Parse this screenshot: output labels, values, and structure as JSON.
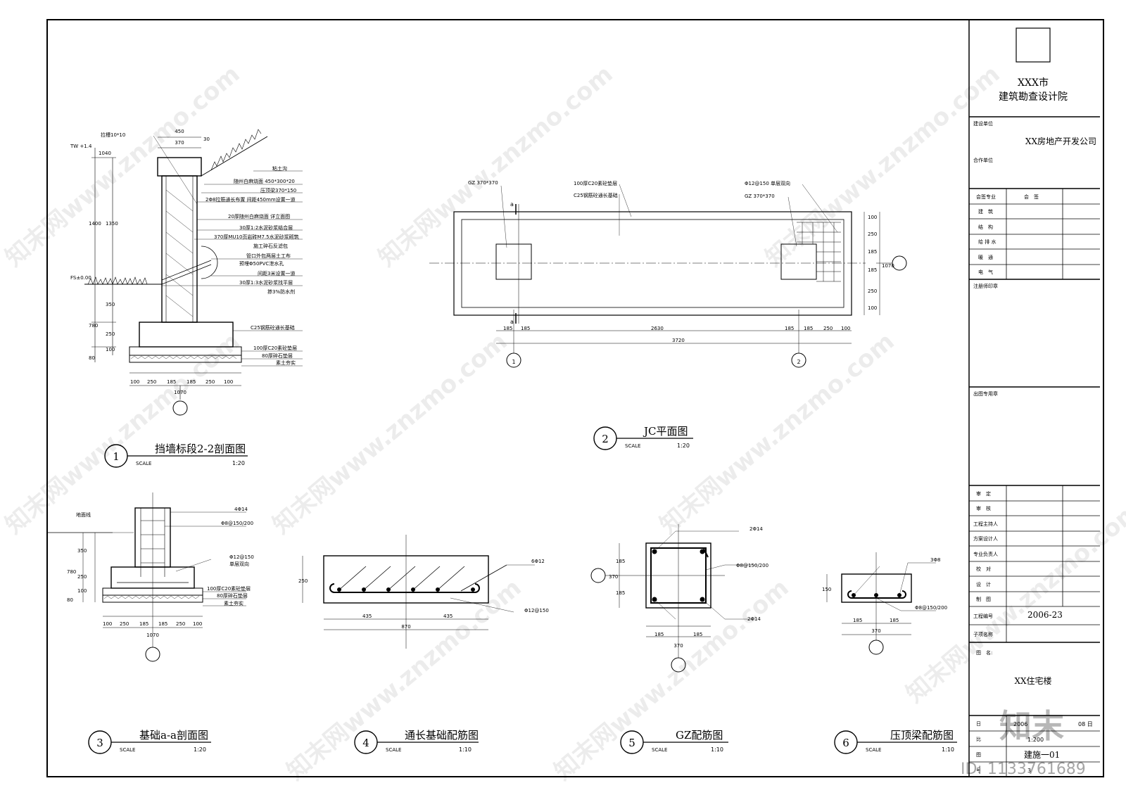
{
  "title_block": {
    "institute_line1": "XXX市",
    "institute_line2": "建筑勘查设计院",
    "build_unit_label": "建设单位",
    "build_unit_value": "XX房地产开发公司",
    "coop_unit_label": "合作单位",
    "countersign_label": "会签专业",
    "countersign_value": "会　签",
    "disciplines": [
      "建　筑",
      "结　构",
      "给 排 水",
      "暖　通",
      "电　气"
    ],
    "engineer_seal_label": "注册师印章",
    "drawing_seal_label": "出图专用章",
    "roles": [
      "审　定",
      "审　核",
      "工程主持人",
      "方案设计人",
      "专业负责人",
      "校　对",
      "设　计",
      "制　图"
    ],
    "project_no_label": "工程编号",
    "project_no_value": "2006-23",
    "subitem_label": "子项名称",
    "drawing_name_label": "图　名:",
    "drawing_name_value": "XX住宅楼",
    "date_label": "日",
    "date_value": "2006",
    "date_day": "08 日",
    "scale_label": "比",
    "scale_value": "1:200",
    "sheet_label": "图",
    "sheet_value": "建施一01",
    "sheet_label2": "号",
    "sheet_no": "3"
  },
  "views": [
    {
      "num": "1",
      "title": "挡墙标段2-2剖面图",
      "scale_label": "SCALE",
      "scale": "1:20"
    },
    {
      "num": "2",
      "title": "JC平面图",
      "scale_label": "SCALE",
      "scale": "1:20"
    },
    {
      "num": "3",
      "title": "基础a-a剖面图",
      "scale_label": "SCALE",
      "scale": "1:20"
    },
    {
      "num": "4",
      "title": "通长基础配筋图",
      "scale_label": "SCALE",
      "scale": "1:10"
    },
    {
      "num": "5",
      "title": "GZ配筋图",
      "scale_label": "SCALE",
      "scale": "1:10"
    },
    {
      "num": "6",
      "title": "压顶梁配筋图",
      "scale_label": "SCALE",
      "scale": "1:10"
    }
  ],
  "section1": {
    "top_note": "拉槽10*10",
    "tw": "TW +1.4",
    "fs": "FS±0.00",
    "top_dims": [
      "450",
      "370",
      "30"
    ],
    "left_dims": [
      "40",
      "10",
      "1400",
      "1350",
      "350",
      "780",
      "250",
      "100",
      "80"
    ],
    "notes": [
      "粘土沟",
      "随州白麻烧面 450*300*20",
      "压顶梁370*150",
      "2Φ8拉筋通长布置 间距450mm设置一道",
      "20厚随州白麻烧面 详立面图",
      "30厚1:2水泥砂浆结合层",
      "370厚MU10页岩砖M7.5水泥砂浆砌筑",
      "施工碎石反滤包",
      "管口外包两层土工布",
      "预埋Φ50PVC泄水孔",
      "间距3米设置一道",
      "30厚1:3水泥砂浆找平层",
      "掺3%防水剂",
      "C25钢筋砼通长基础",
      "100厚C20素砼垫层",
      "80厚碎石垫层",
      "素土夯实"
    ],
    "bottom_dims": [
      "100",
      "250",
      "185",
      "185",
      "250",
      "100"
    ],
    "total": "1070"
  },
  "plan2": {
    "gz_left": "GZ 370*370",
    "gz_right": "GZ 370*370",
    "note1": "100厚C20素砼垫层",
    "note2": "C25钢筋砼通长基础",
    "rebar_note": "Φ12@150 单层双向",
    "section_mark": "a",
    "right_dims": [
      "100",
      "250",
      "185",
      "185",
      "250",
      "100"
    ],
    "right_total": "1070",
    "bottom_dims": [
      "185",
      "185",
      "2630",
      "185",
      "185",
      "250",
      "100"
    ],
    "bottom_total": "3720",
    "axis1": "1",
    "axis2": "2"
  },
  "section3": {
    "ground_line": "地面线",
    "rebar1": "4Φ14",
    "rebar2": "Φ8@150/200",
    "rebar3": "Φ12@150",
    "rebar3b": "单层双向",
    "note1": "100厚C20素砼垫层",
    "note2": "80厚碎石垫层",
    "note3": "素土夯实",
    "left_dims": [
      "350",
      "780",
      "250",
      "100",
      "80"
    ],
    "bottom_dims": [
      "100",
      "250",
      "185",
      "185",
      "250",
      "100"
    ],
    "total": "1070"
  },
  "detail4": {
    "rebar_top": "6Φ12",
    "rebar_bottom": "Φ12@150",
    "height": "250",
    "dims": [
      "435",
      "435"
    ],
    "total": "870"
  },
  "detail5": {
    "rebar_top": "2Φ14",
    "rebar_mid": "Φ8@150/200",
    "rebar_bottom": "2Φ14",
    "left_dims": [
      "185",
      "370",
      "185"
    ],
    "dims": [
      "185",
      "185"
    ],
    "total": "370"
  },
  "detail6": {
    "rebar_top": "3Φ8",
    "rebar_bottom": "Φ8@150/200",
    "height": "150",
    "dims": [
      "185",
      "185"
    ],
    "total": "370"
  },
  "watermark": {
    "text": "知末网www.znzmo.com",
    "logo": "知末",
    "id": "ID: 1133761689"
  }
}
